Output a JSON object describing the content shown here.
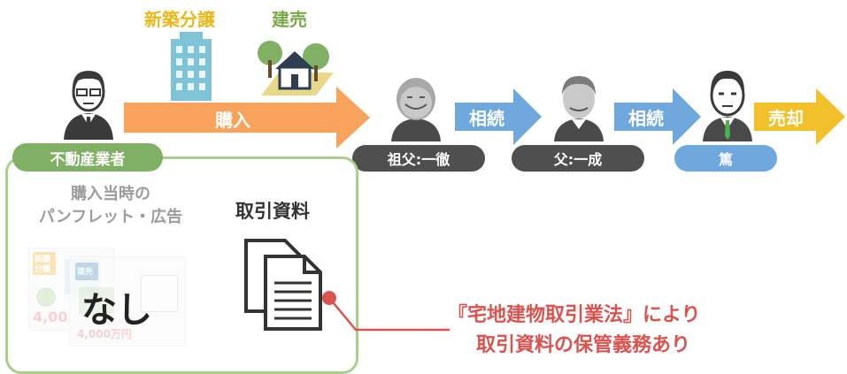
{
  "top_labels": {
    "new_condo": "新築分譲",
    "built_for_sale": "建売"
  },
  "arrows": {
    "purchase": "購入",
    "inherit_1": "相続",
    "inherit_2": "相続",
    "sell": "売却"
  },
  "people": {
    "agent": "不動産業者",
    "grandfather": "祖父:一徹",
    "father": "父:一成",
    "atsushi": "篤"
  },
  "box": {
    "pamphlet_line1": "購入当時の",
    "pamphlet_line2": "パンフレット・広告",
    "none_label": "なし",
    "docs_label": "取引資料",
    "flyer_tag1": "新築",
    "flyer_tag1b": "分譲",
    "flyer_tag2": "建売",
    "price1": "4,00",
    "price2": "4,000万円"
  },
  "note": {
    "line1": "『宅地建物取引業法』により",
    "line2": "取引資料の保管義務あり"
  },
  "colors": {
    "arrow_orange": "#f7a35c",
    "arrow_blue": "#6fa8dc",
    "arrow_yellow": "#f2c02a",
    "green": "#7fb063",
    "red": "#d9534f"
  }
}
